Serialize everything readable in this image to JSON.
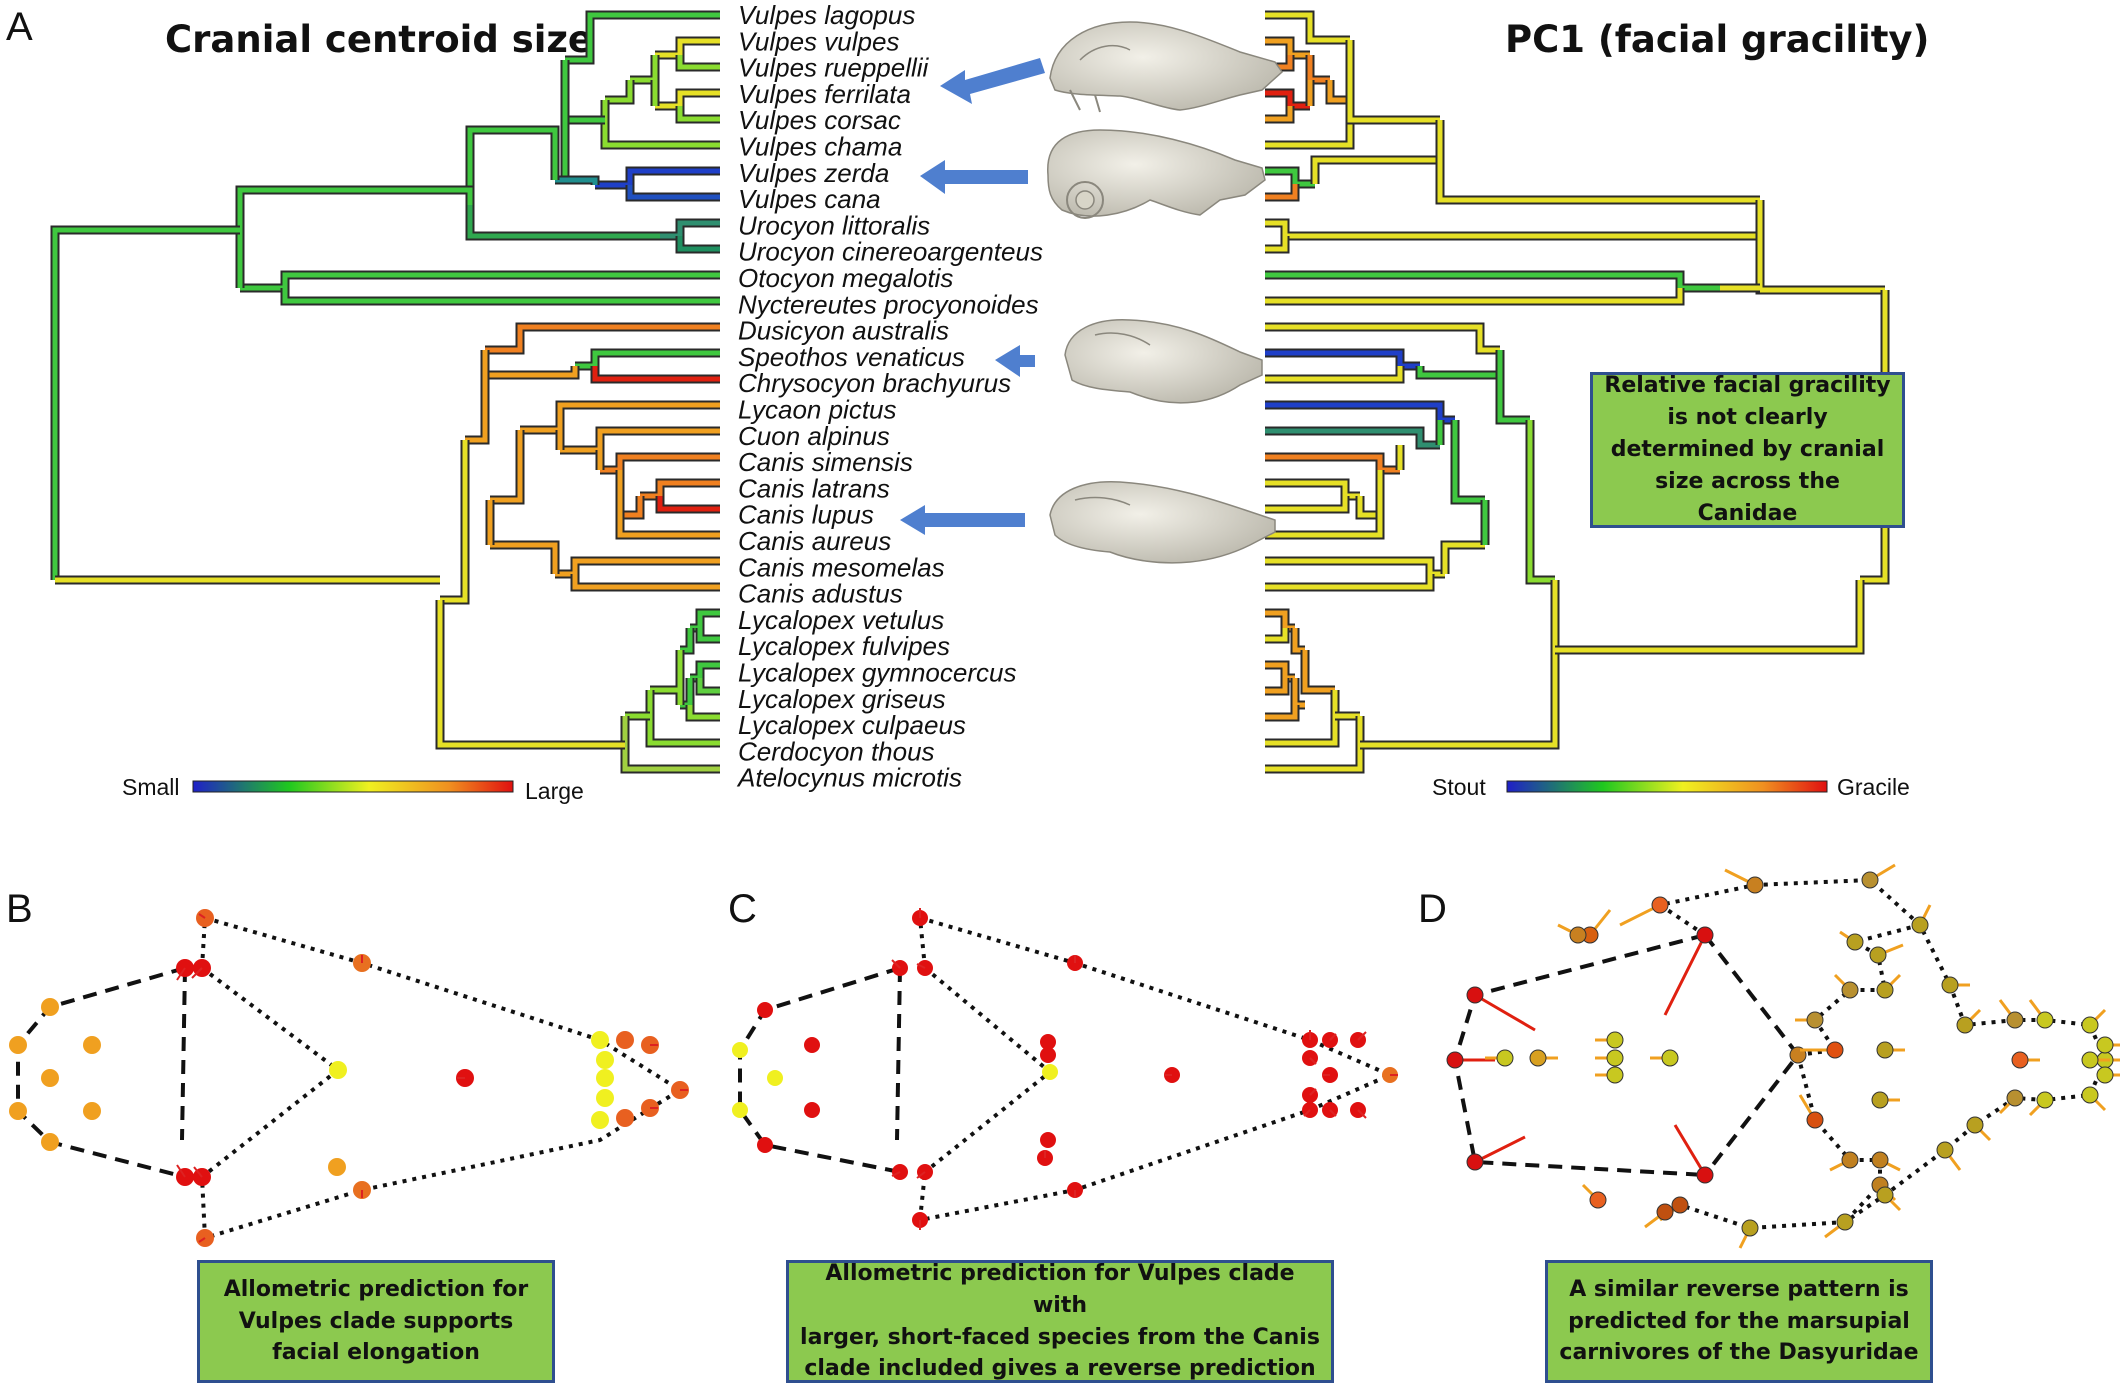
{
  "panels": {
    "A": {
      "letter": "A",
      "left_title": "Cranial centroid size",
      "right_title": "PC1 (facial gracility)"
    },
    "B": {
      "letter": "B"
    },
    "C": {
      "letter": "C"
    },
    "D": {
      "letter": "D"
    }
  },
  "species": [
    "Vulpes lagopus",
    "Vulpes vulpes",
    "Vulpes rueppellii",
    "Vulpes ferrilata",
    "Vulpes corsac",
    "Vulpes chama",
    "Vulpes zerda",
    "Vulpes cana",
    "Urocyon littoralis",
    "Urocyon cinereoargenteus",
    "Otocyon megalotis",
    "Nyctereutes procyonoides",
    "Dusicyon australis",
    "Speothos venaticus",
    "Chrysocyon brachyurus",
    "Lycaon pictus",
    "Cuon alpinus",
    "Canis simensis",
    "Canis latrans",
    "Canis lupus",
    "Canis aureus",
    "Canis mesomelas",
    "Canis adustus",
    "Lycalopex vetulus",
    "Lycalopex fulvipes",
    "Lycalopex gymnocercus",
    "Lycalopex griseus",
    "Lycalopex culpaeus",
    "Cerdocyon thous",
    "Atelocynus microtis"
  ],
  "colorbars": {
    "size": {
      "low": "Small",
      "high": "Large"
    },
    "gracility": {
      "low": "Stout",
      "high": "Gracile"
    },
    "gradient": [
      "#1f1fc8",
      "#1fc81f",
      "#f0f020",
      "#f09020",
      "#e01010"
    ]
  },
  "notes": {
    "a": [
      "Relative facial gracility",
      "is not clearly",
      "determined by cranial",
      "size across the Canidae"
    ],
    "b": [
      "Allometric prediction for",
      "Vulpes clade supports",
      "facial elongation"
    ],
    "c": [
      "Allometric prediction for Vulpes clade with",
      "larger, short-faced species from the Canis",
      "clade included gives a reverse prediction"
    ],
    "d": [
      "A similar reverse pattern is",
      "predicted for the marsupial",
      "carnivores of the Dasyuridae"
    ]
  },
  "colors": {
    "note_fill": "#8cc94f",
    "note_border": "#2f4f8f",
    "arrow": "#4f7fcf"
  },
  "icons": [
    "skull-image",
    "arrow-left-icon"
  ]
}
